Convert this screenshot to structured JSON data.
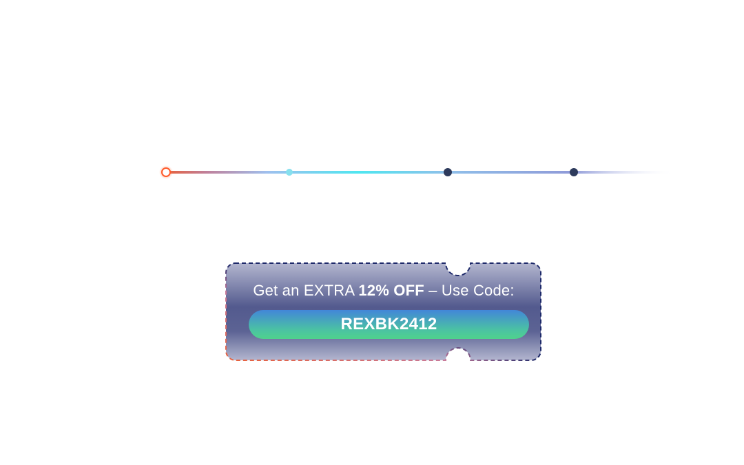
{
  "progress": {
    "steps": 4,
    "current_step": 1,
    "colors": {
      "active_dot": "#ff5a2a",
      "line_start": "#e8603a",
      "line_mid": "#4fe6f0",
      "line_end": "#8f9ad8",
      "inactive_dot": "#2d3a5c",
      "second_dot": "#86e0ee"
    }
  },
  "coupon": {
    "text_prefix": "Get an EXTRA ",
    "text_highlight": "12% OFF",
    "text_suffix": " – Use Code:",
    "code": "REXBK2412",
    "colors": {
      "background_top": "#a6a9c6",
      "background_mid": "#535a8e",
      "border_dark": "#1e2a6a",
      "border_orange": "#e8603a",
      "border_cyan": "#4fe6f0",
      "pill_top": "#4287d8",
      "pill_bottom": "#4fd28c"
    }
  }
}
